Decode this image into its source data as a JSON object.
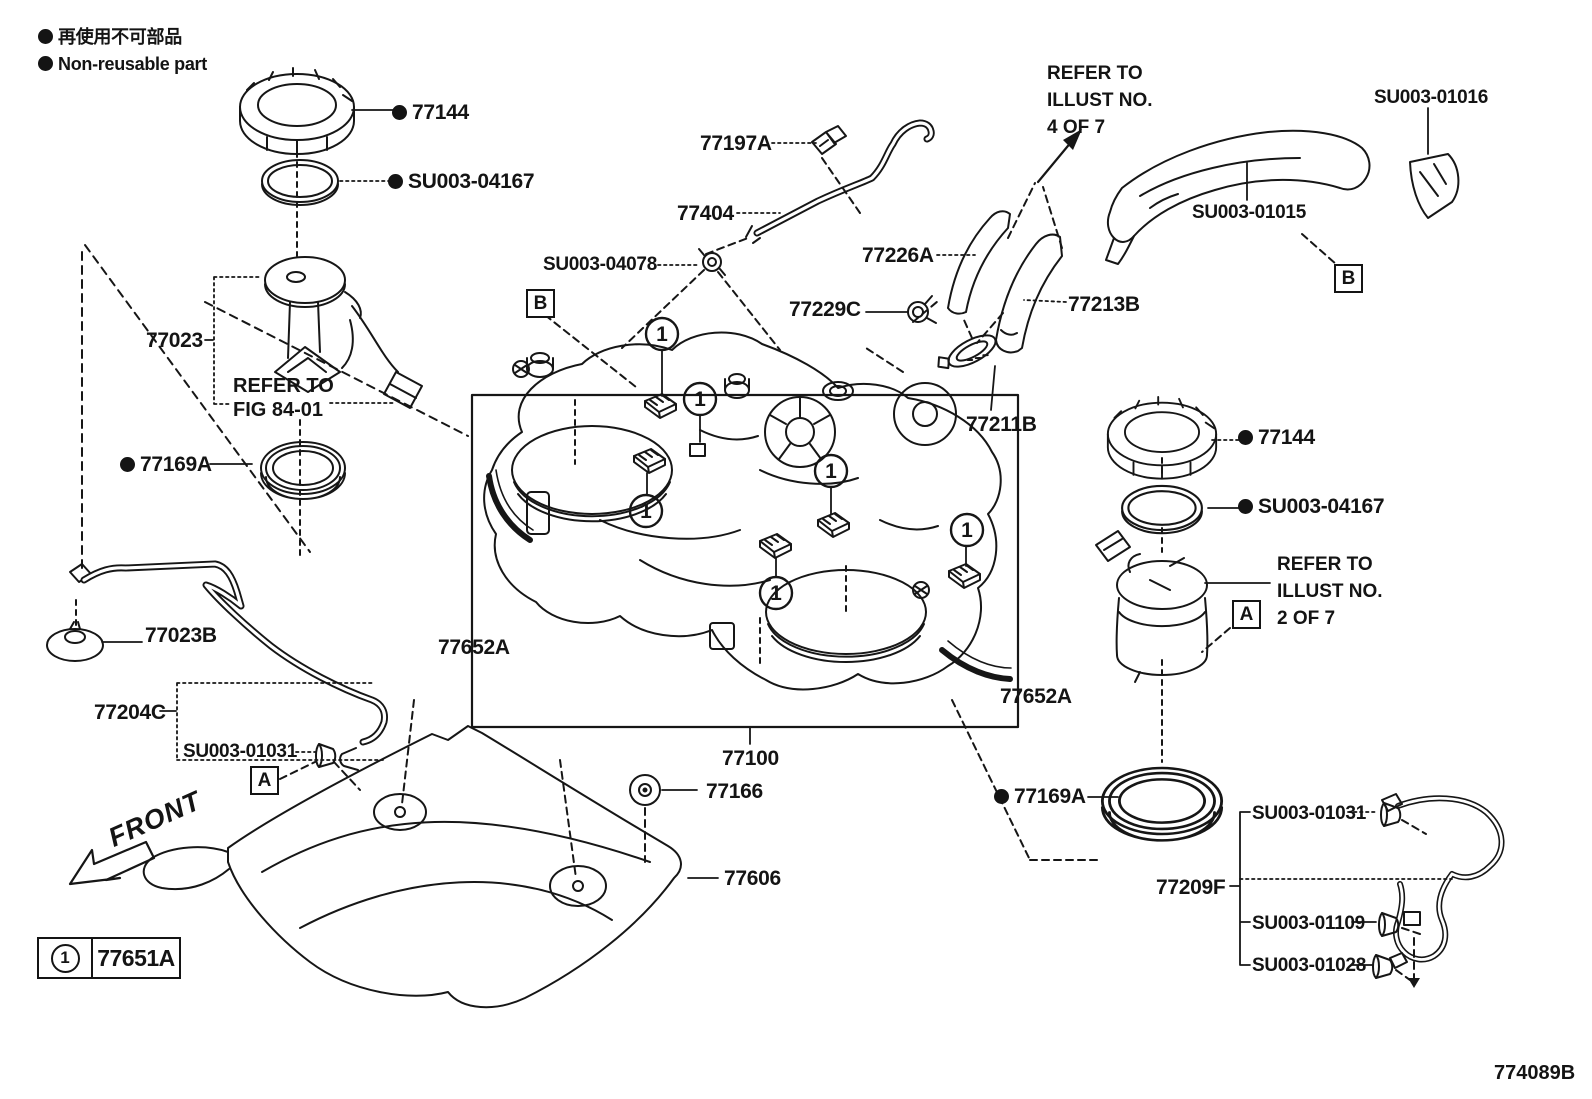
{
  "header_legend": {
    "jp": "再使用不可部品",
    "en": "Non-reusable part"
  },
  "markers": {
    "a": "A",
    "b": "B",
    "one": "1"
  },
  "front_label": "FRONT",
  "footer": {
    "legend_symbol": "1",
    "legend_part": "77651A",
    "diagram_number": "774089B"
  },
  "notes": {
    "fig_line1": "REFER TO",
    "fig_line2": "FIG 84-01",
    "illust4_line1": "REFER TO",
    "illust4_line2": "ILLUST NO.",
    "illust4_line3": "4 OF 7",
    "illust2_line1": "REFER TO",
    "illust2_line2": "ILLUST NO.",
    "illust2_line3": "2 OF 7"
  },
  "parts": {
    "lock_ring_left": "77144",
    "plate_gasket_left": "SU003-04167",
    "fuel_pump": "77023",
    "tank_seal_left": "77169A",
    "tube_grommet": "77023B",
    "fuel_tube_set": "77204C",
    "tube_clamp_left": "SU003-01031",
    "pipe_clip": "77197A",
    "breather_pipe": "77404",
    "pipe_clamp": "SU003-04078",
    "breather_hose": "77226A",
    "breather_clamp": "77229C",
    "protector_clip": "SU003-01016",
    "filler_protector": "SU003-01015",
    "filler_hose": "77213B",
    "filler_clamp": "77211B",
    "lock_ring_right": "77144",
    "plate_gasket_right": "SU003-04167",
    "tank_band_left": "77652A",
    "tank_band_right": "77652A",
    "fuel_tank": "77100",
    "shield_grommet": "77166",
    "tank_protector": "77606",
    "tank_seal_right": "77169A",
    "hose_clamp_right": "SU003-01031",
    "fuel_pipe_set": "77209F",
    "pipe_clamp_b": "SU003-01109",
    "pipe_clamp_c": "SU003-01028"
  }
}
